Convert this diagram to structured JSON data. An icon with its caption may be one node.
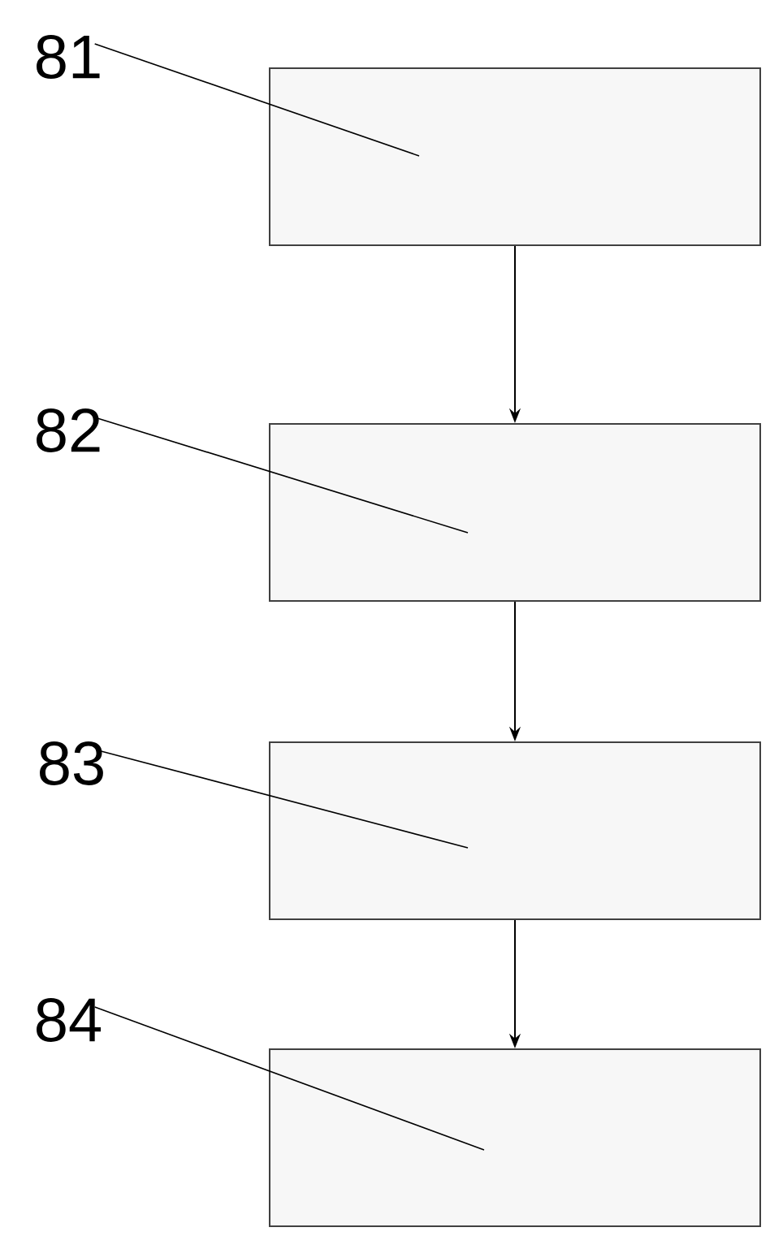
{
  "diagram": {
    "nodes": [
      {
        "text": [
          "81"
        ]
      },
      {
        "text": [],
        "shape": "box"
      },
      {
        "text": [
          "82"
        ]
      },
      {
        "text": [],
        "shape": "box"
      },
      {
        "text": [
          "83"
        ]
      },
      {
        "text": [],
        "shape": "box"
      },
      {
        "text": [
          "84"
        ]
      },
      {
        "text": [],
        "shape": "box"
      }
    ],
    "edges": [
      {
        "from": 0,
        "to": 1,
        "arrow": "none"
      },
      {
        "from": 1,
        "to": 3,
        "arrow": "to"
      },
      {
        "from": 2,
        "to": 3,
        "arrow": "none"
      },
      {
        "from": 3,
        "to": 5,
        "arrow": "to"
      },
      {
        "from": 4,
        "to": 5,
        "arrow": "none"
      },
      {
        "from": 5,
        "to": 7,
        "arrow": "to"
      },
      {
        "from": 6,
        "to": 7,
        "arrow": "none"
      }
    ]
  }
}
